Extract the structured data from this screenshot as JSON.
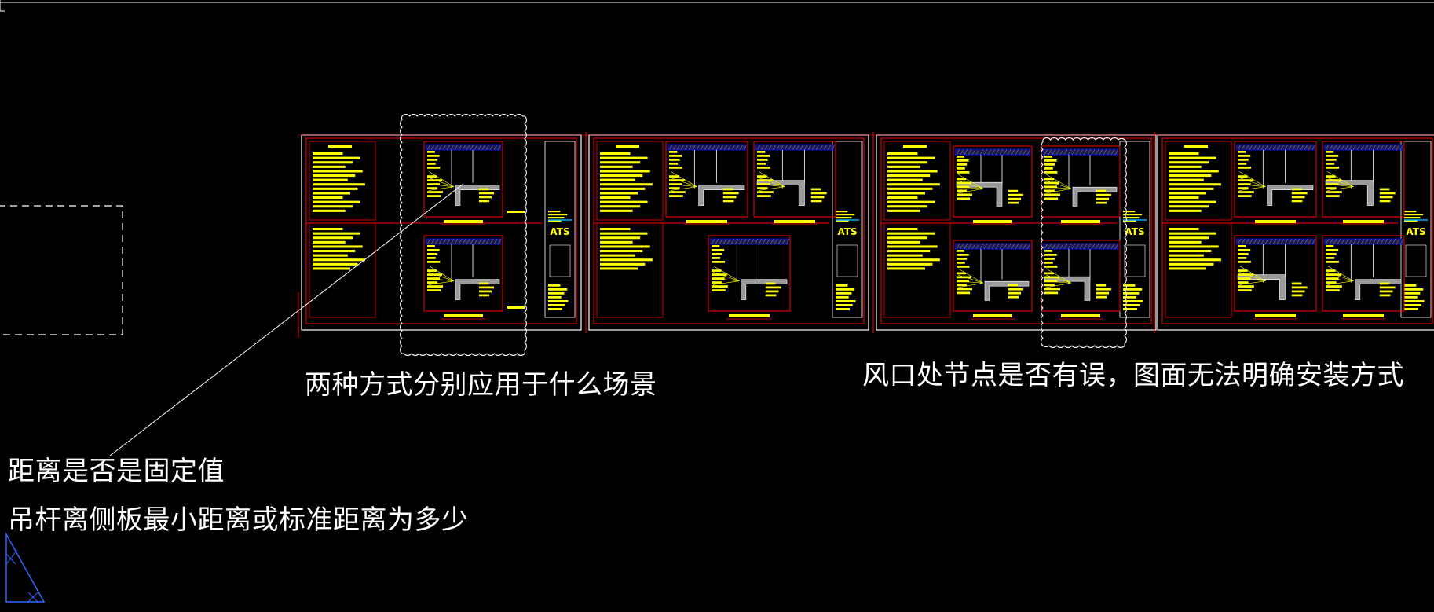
{
  "annotations": {
    "scenario_question": "两种方式分别应用于什么场景",
    "vent_question": "风口处节点是否有误，图面无法明确安装方式",
    "distance_question": "距离是否是固定值",
    "hanger_question": "吊杆离侧板最小距离或标准距离为多少"
  },
  "sheets": [
    {
      "logo": "ATS"
    },
    {
      "logo": "ATS"
    },
    {
      "logo": "ATS"
    },
    {
      "logo": "ATS"
    }
  ],
  "colors": {
    "background": "#000000",
    "frame_white": "#ffffff",
    "frame_red": "#ff0000",
    "text_yellow": "#ffff00",
    "accent_blue": "#0000ff",
    "section_gray": "#9a9a9a",
    "cloud_white": "#ffffff"
  },
  "icons": {
    "ucs": "ucs-triangle-icon"
  }
}
